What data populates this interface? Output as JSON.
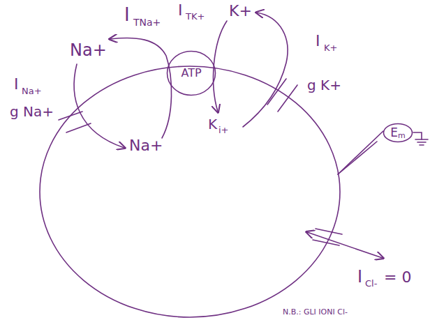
{
  "diagram": {
    "nodes": [
      {
        "text": [
          "ATP"
        ]
      },
      {
        "text": [
          "E",
          "m"
        ]
      }
    ],
    "labels": [
      "I",
      "TNa+",
      "Na+",
      "I",
      "Na+",
      "g Na+",
      "Na+",
      "I",
      "TK+",
      "K+",
      "I",
      "K+",
      "g K+",
      "K",
      "i+",
      "I",
      "Cl-",
      "= 0",
      "N.B.: GLI IONI Cl-"
    ]
  }
}
